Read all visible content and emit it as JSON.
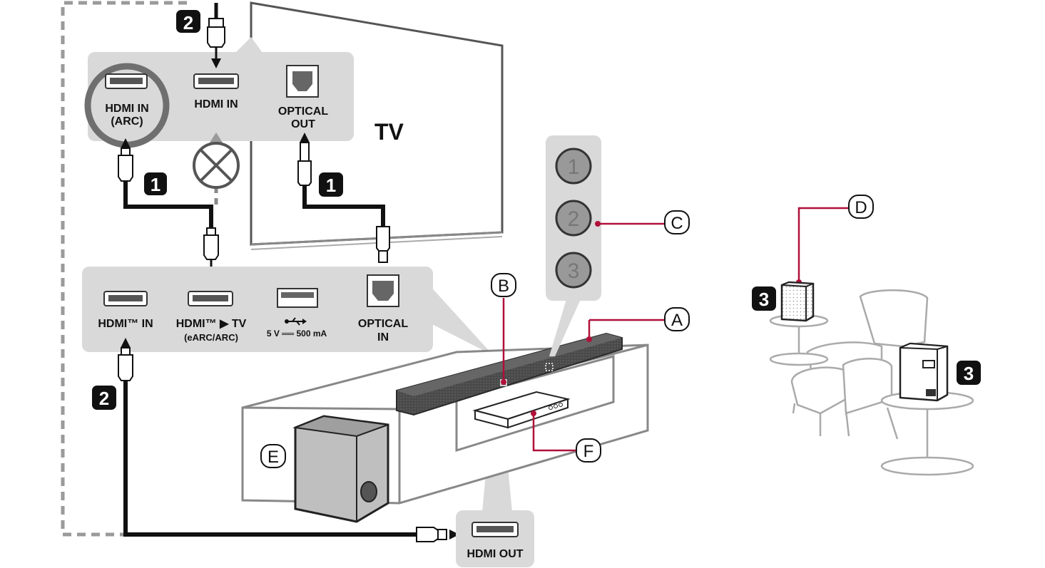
{
  "tv": {
    "label": "TV",
    "ports": {
      "hdmi_arc_line1": "HDMI IN",
      "hdmi_arc_line2": "(ARC)",
      "hdmi_in": "HDMI IN",
      "optical_line1": "OPTICAL",
      "optical_line2": "OUT"
    }
  },
  "soundbar_panel": {
    "hdmi_in": "HDMI™ IN",
    "hdmi_tv_line1": "HDMI™ ▶ TV",
    "hdmi_tv_line2": "(eARC/ARC)",
    "usb_icon": "usb-icon",
    "usb_spec": "5 V ══ 500 mA",
    "optical_line1": "OPTICAL",
    "optical_line2": "IN"
  },
  "source_device": {
    "hdmi_out": "HDMI OUT"
  },
  "steps": {
    "one": "1",
    "two": "2",
    "three": "3"
  },
  "mode_buttons": [
    "1",
    "2",
    "3"
  ],
  "callouts": {
    "a": "A",
    "b": "B",
    "c": "C",
    "d": "D",
    "e": "E",
    "f": "F"
  },
  "colors": {
    "accent": "#b0103a",
    "panel": "#d9d9d9",
    "cable": "#111111",
    "dashed": "#9a9a9a"
  }
}
